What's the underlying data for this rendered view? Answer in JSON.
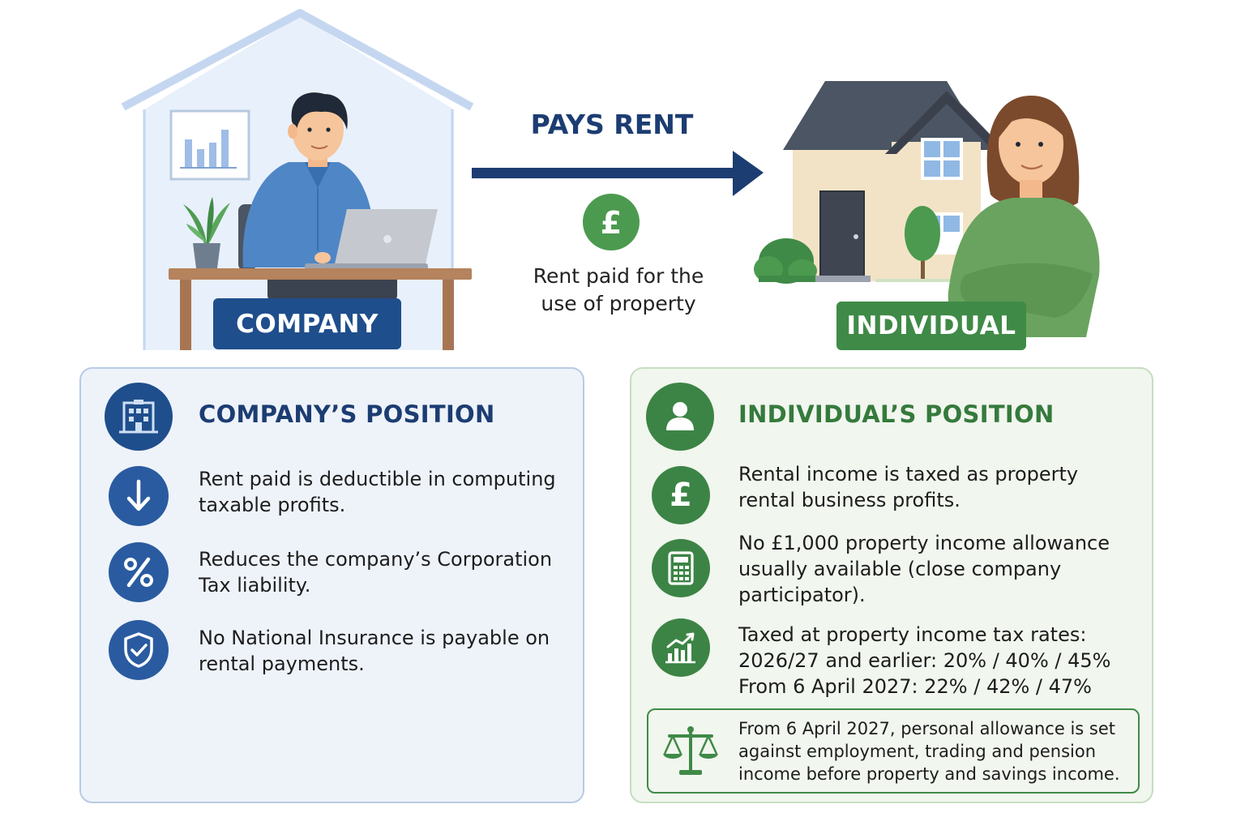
{
  "arrow": {
    "label": "PAYS RENT",
    "caption_line1": "Rent paid for the",
    "caption_line2": "use of property"
  },
  "labels": {
    "company": "COMPANY",
    "individual": "INDIVIDUAL"
  },
  "company_panel": {
    "title": "COMPANY’S POSITION",
    "items": [
      {
        "icon": "arrow-down-icon",
        "line1": "Rent paid is deductible in computing",
        "line2": "taxable profits."
      },
      {
        "icon": "percent-icon",
        "line1": "Reduces the company’s Corporation",
        "line2": "Tax liability."
      },
      {
        "icon": "shield-check-icon",
        "line1": "No National Insurance is payable on",
        "line2": "rental payments."
      }
    ]
  },
  "individual_panel": {
    "title": "INDIVIDUAL’S POSITION",
    "items": [
      {
        "icon": "pound-icon",
        "line1": "Rental income is taxed as property",
        "line2": "rental business profits."
      },
      {
        "icon": "calculator-icon",
        "line1": "No £1,000 property income allowance",
        "line2": "usually available (close company",
        "line3": "participator)."
      },
      {
        "icon": "growth-chart-icon",
        "line1": "Taxed at property income tax rates:",
        "line2": "2026/27 and earlier: 20% / 40% / 45%",
        "line3": "From 6 April 2027:  22% / 42% / 47%"
      }
    ],
    "note": {
      "icon": "scales-icon",
      "line1": "From 6 April 2027, personal allowance is set",
      "line2": "against employment, trading and pension",
      "line3": "income before property and savings income."
    }
  },
  "colors": {
    "company": "#1f4e8c",
    "individual": "#3f8a47"
  }
}
